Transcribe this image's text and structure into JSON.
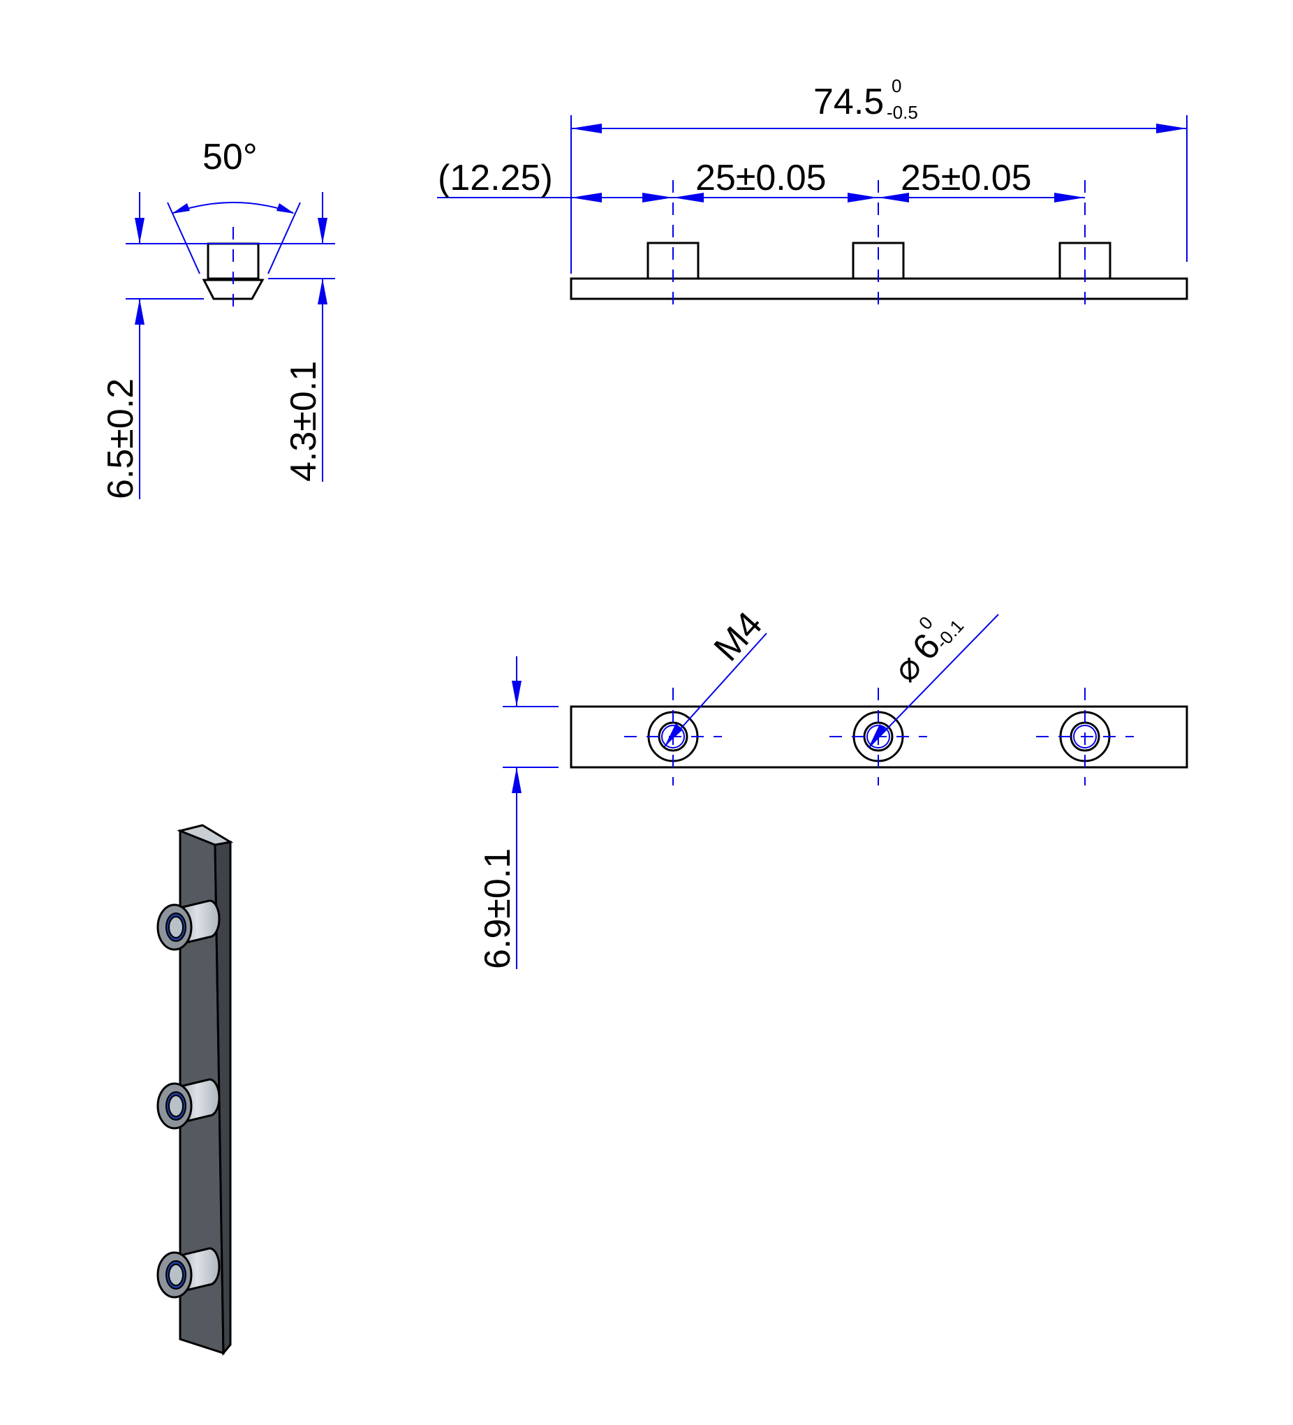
{
  "side_view": {
    "angle": "50°",
    "height_total": "6.5±0.2",
    "height_base": "4.3±0.1"
  },
  "front_view": {
    "overall_length": "74.5",
    "overall_tol_upper": "0",
    "overall_tol_lower": "-0.5",
    "offset_ref": "(12.25)",
    "pitch_1": "25±0.05",
    "pitch_2": "25±0.05"
  },
  "top_view": {
    "thread": "M4",
    "diameter_symbol": "⌀",
    "diameter_value": "6",
    "diameter_tol_upper": "0",
    "diameter_tol_lower": "-0.1",
    "width": "6.9±0.1"
  },
  "colors": {
    "part_outline": "#000000",
    "dimension": "#0000ee",
    "iso_face": "#555a60",
    "iso_boss": "#c6ccd2"
  }
}
